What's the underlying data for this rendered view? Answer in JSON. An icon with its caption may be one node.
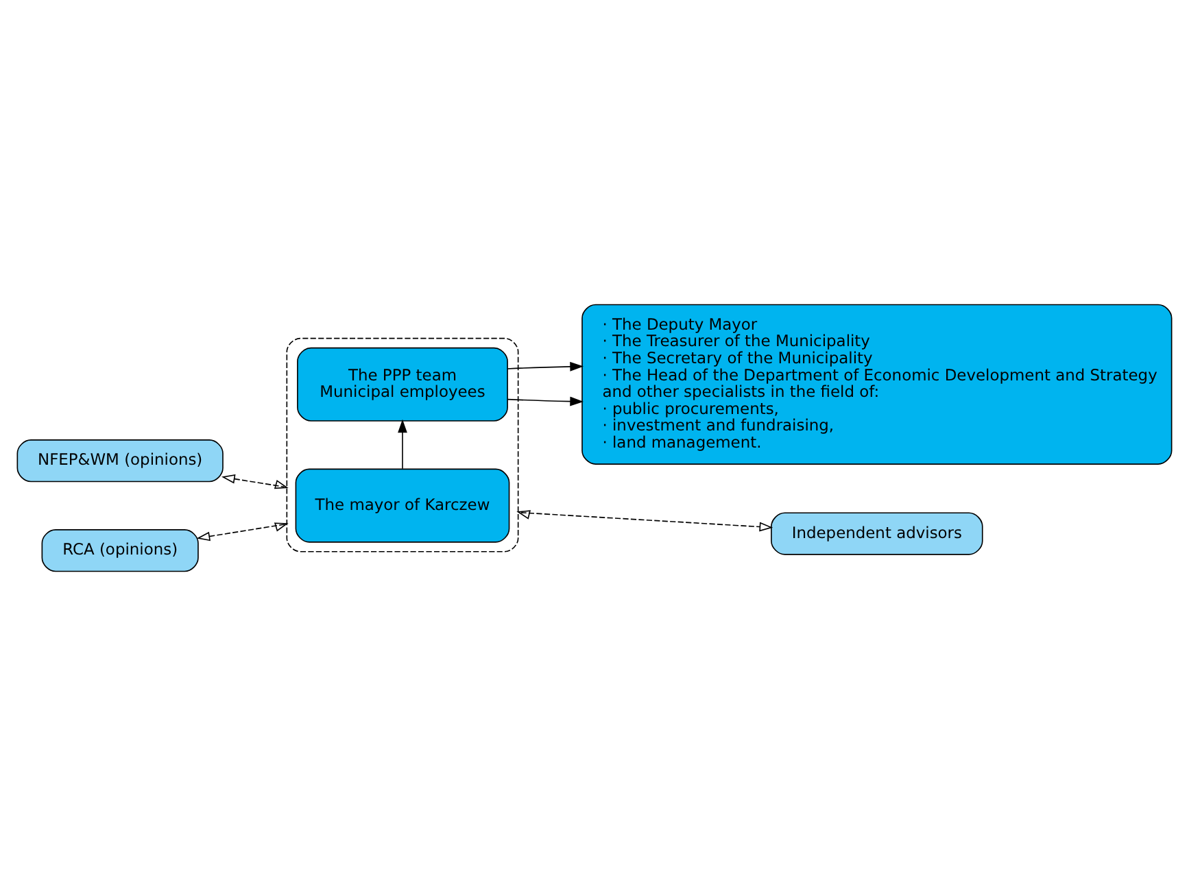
{
  "diagram": {
    "nodes": [
      {
        "text": [],
        "shape": "box"
      },
      {
        "text": [
          "The mayor of Karczew"
        ],
        "in": 0
      },
      {
        "text": [
          "The PPP team",
          "Municipal employees"
        ],
        "in": 0
      },
      {
        "text": [
          "NFEP&WM (opinions)"
        ]
      },
      {
        "text": [
          "RCA (opinions)"
        ]
      },
      {
        "text": [
          "Independent advisors"
        ]
      },
      {
        "text": [
          "· The Deputy Mayor",
          "· The Treasurer of the Municipality",
          "· The Secretary of the Municipality",
          "· The Head of the Department of Economic Development and Strategy",
          "and other specialists in the field of:",
          "· public procurements,",
          "· investment and fundraising,",
          "· land management."
        ]
      }
    ],
    "edges": [
      {
        "from": 1,
        "to": 2,
        "arrow": "to"
      },
      {
        "from": 2,
        "to": 6,
        "arrow": "to"
      },
      {
        "from": 2,
        "to": 6,
        "arrow": "to"
      },
      {
        "from": 3,
        "to": 0,
        "arrow": "both",
        "style": "dashed"
      },
      {
        "from": 4,
        "to": 0,
        "arrow": "both",
        "style": "dashed"
      },
      {
        "from": 0,
        "to": 5,
        "arrow": "both",
        "style": "dashed"
      }
    ]
  }
}
